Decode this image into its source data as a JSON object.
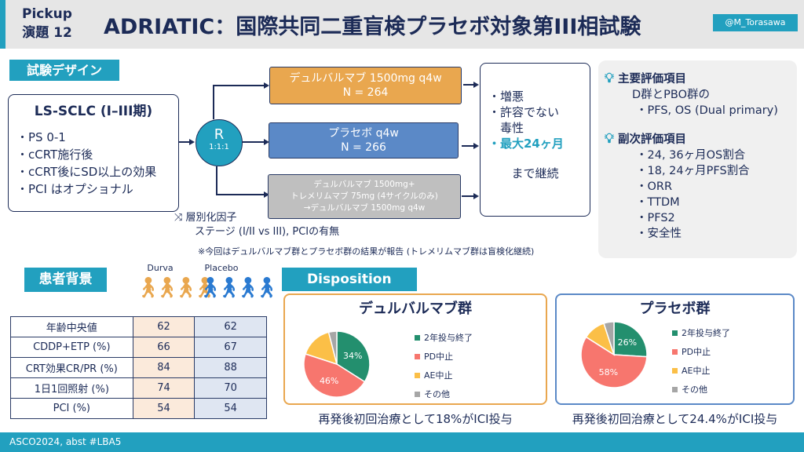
{
  "header": {
    "pickup_line1": "Pickup",
    "pickup_line2": "演題 12",
    "title": "ADRIATIC：国際共同二重盲検プラセボ対象第III相試験",
    "handle": "@M_Torasawa"
  },
  "design": {
    "tag": "試験デザイン",
    "population_title": "LS-SCLC (I–III期)",
    "criteria": [
      "・PS 0-1",
      "・cCRT施行後",
      "・cCRT後にSD以上の効果",
      "・PCI はオプショナル"
    ],
    "rand_label": "R",
    "rand_ratio": "1:1:1",
    "arms": [
      {
        "line1": "デュルバルマブ 1500mg q4w",
        "line2": "N = 264"
      },
      {
        "line1": "プラセボ q4w",
        "line2": "N = 266"
      },
      {
        "line1": "デュルバルマブ 1500mg+",
        "line2": "トレメリムマブ 75mg (4サイクルのみ)",
        "line3": "→デュルバルマブ 1500mg q4w"
      }
    ],
    "strat_title": "層別化因子",
    "strat_text": "ステージ (I/II vs III), PCIの有無",
    "note": "※今回はデュルバルマブ群とプラセボ群の結果が報告 (トレメリムマブ群は盲検化継続)",
    "until": {
      "items": [
        "・増悪",
        "・許容でない",
        "　毒性"
      ],
      "highlight": "・最大24ヶ月",
      "tail": "まで継続"
    },
    "highlight_color": "#22a0bf"
  },
  "endpoints": {
    "primary_title": "主要評価項目",
    "primary_lines": [
      "D群とPBO群の",
      "・PFS, OS (Dual primary)"
    ],
    "secondary_title": "副次評価項目",
    "secondary_items": [
      "・24, 36ヶ月OS割合",
      "・18, 24ヶ月PFS割合",
      "・ORR",
      "・TTDM",
      "・PFS2",
      "・安全性"
    ]
  },
  "background": {
    "tag": "患者背景",
    "col_durva": "Durva",
    "col_placebo": "Placebo",
    "rows": [
      {
        "label": "年齢中央値",
        "durva": "62",
        "placebo": "62"
      },
      {
        "label": "CDDP+ETP (%)",
        "durva": "66",
        "placebo": "67"
      },
      {
        "label": "CRT効果CR/PR (%)",
        "durva": "84",
        "placebo": "88"
      },
      {
        "label": "1日1回照射 (%)",
        "durva": "74",
        "placebo": "70"
      },
      {
        "label": "PCI (%)",
        "durva": "54",
        "placebo": "54"
      }
    ]
  },
  "disposition": {
    "tag": "Disposition",
    "legend": [
      "2年投与終了",
      "PD中止",
      "AE中止",
      "その他"
    ],
    "colors": [
      "#238f6e",
      "#f7766e",
      "#fbbf47",
      "#a6a6a6"
    ],
    "groups": [
      {
        "title": "デュルバルマブ群",
        "values": [
          34,
          46,
          16,
          4
        ],
        "labels": [
          "34%",
          "46%"
        ],
        "footnote": "再発後初回治療として18%がICI投与"
      },
      {
        "title": "プラセボ群",
        "values": [
          26,
          58,
          11,
          5
        ],
        "labels": [
          "26%",
          "58%"
        ],
        "footnote": "再発後初回治療として24.4%がICI投与"
      }
    ]
  },
  "footer": {
    "text": "ASCO2024, abst #LBA5"
  }
}
